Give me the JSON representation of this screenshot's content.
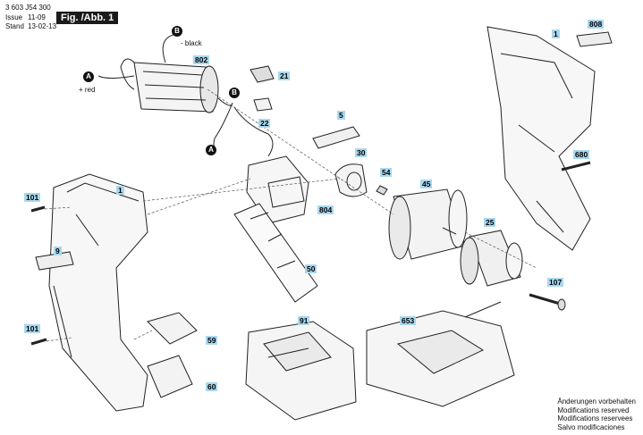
{
  "header": {
    "doc_number": "3 603 J54 300",
    "issue_label": "Issue",
    "issue_value": "11-09",
    "stand_label": "Stand",
    "stand_value": "13-02-13",
    "figure": "Fig. /Abb. 1"
  },
  "wire_labels": {
    "black": "- black",
    "red": "+ red"
  },
  "connectors": [
    "A",
    "B"
  ],
  "parts": [
    "808",
    "1",
    "802",
    "21",
    "22",
    "5",
    "30",
    "54",
    "45",
    "680",
    "101",
    "9",
    "804",
    "25",
    "107",
    "50",
    "91",
    "653",
    "59",
    "60"
  ],
  "notes": [
    "Änderungen vorbehalten",
    "Modifications reserved",
    "Modifications reservees",
    "Salvo modificaciones"
  ]
}
